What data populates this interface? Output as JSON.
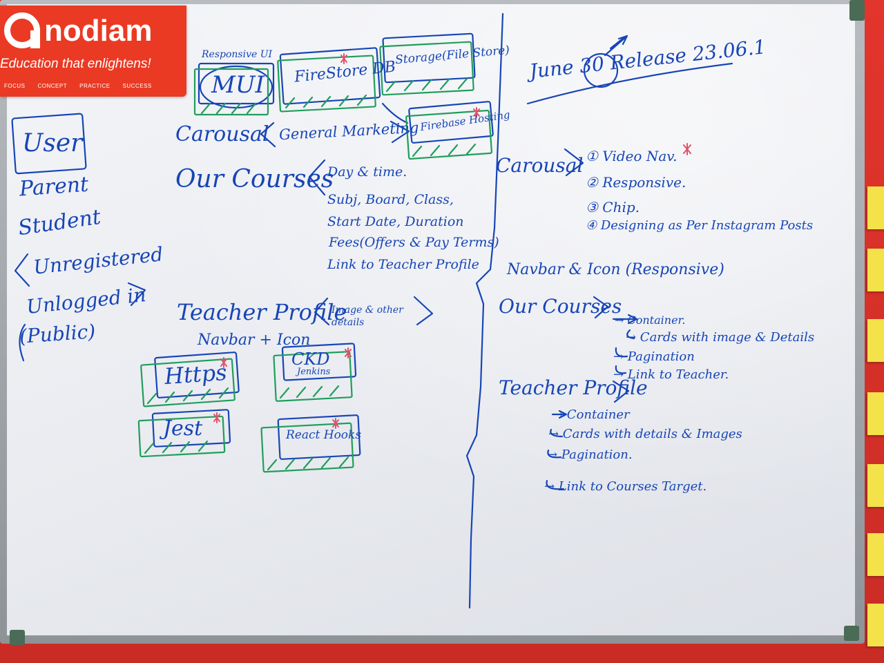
{
  "logo": {
    "name": "nodiam",
    "tagline": "Education that enlightens!",
    "steps": [
      "FOCUS",
      "CONCEPT",
      "PRACTICE",
      "SUCCESS"
    ]
  },
  "colors": {
    "wall": "#d8322a",
    "board": "#eceef2",
    "ink_blue": "#1745b6",
    "ink_green": "#1f9e5b",
    "ink_red": "#e0516a",
    "logo": "#ea3a24"
  },
  "left_column": {
    "user": "User",
    "parent": "Parent",
    "student": "Student",
    "unregistered": "Unregistered",
    "unlogged": "Unlogged in",
    "public": "(Public)"
  },
  "tech": {
    "responsive_ui": "Responsive UI",
    "mui": "MUI",
    "firestore": "FireStore DB",
    "storage": "Storage(File Store)",
    "firebase_hosting": "Firebase Hosting",
    "https": "Https",
    "ckd": "CKD",
    "jenkins": "Jenkins",
    "jest": "Jest",
    "react_hooks": "React Hooks"
  },
  "middle": {
    "carousel": "Carousal",
    "general_marketing": "General Marketing",
    "our_courses": "Our Courses",
    "course_details": [
      "Day & time.",
      "Subj, Board, Class,",
      "Start Date, Duration",
      "Fees(Offers & Pay Terms)",
      "Link to Teacher Profile"
    ],
    "teacher_profile": "Teacher Profile",
    "teacher_details": "Image & other details",
    "navbar_icon": "Navbar + Icon"
  },
  "right": {
    "release": "June 30 Release 23.06.1",
    "carousel": "Carousal",
    "carousel_items": [
      "① Video Nav.",
      "② Responsive.",
      "③ Chip.",
      "④ Designing as Per Instagram Posts"
    ],
    "navbar": "Navbar & Icon (Responsive)",
    "our_courses": "Our Courses",
    "course_items": [
      "→ Container.",
      "→ Cards with image & Details",
      "→ Pagination",
      "→ Link to Teacher."
    ],
    "teacher_profile": "Teacher Profile",
    "teacher_items": [
      "→ Container",
      "→ Cards with details & Images",
      "→ Pagination.",
      "→ Link to Courses Target."
    ]
  }
}
